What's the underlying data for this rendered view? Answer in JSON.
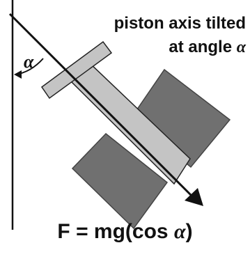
{
  "caption": {
    "line1": "piston axis tilted",
    "line2_prefix": "at angle ",
    "line2_symbol": "α"
  },
  "angle_label": "α",
  "formula": {
    "prefix": "F = mg(cos ",
    "symbol": "α",
    "suffix": ")"
  },
  "colors": {
    "block": "#707070",
    "rod": "#c4c4c4",
    "outline": "#222222",
    "ink": "#111111",
    "background": "#ffffff"
  }
}
